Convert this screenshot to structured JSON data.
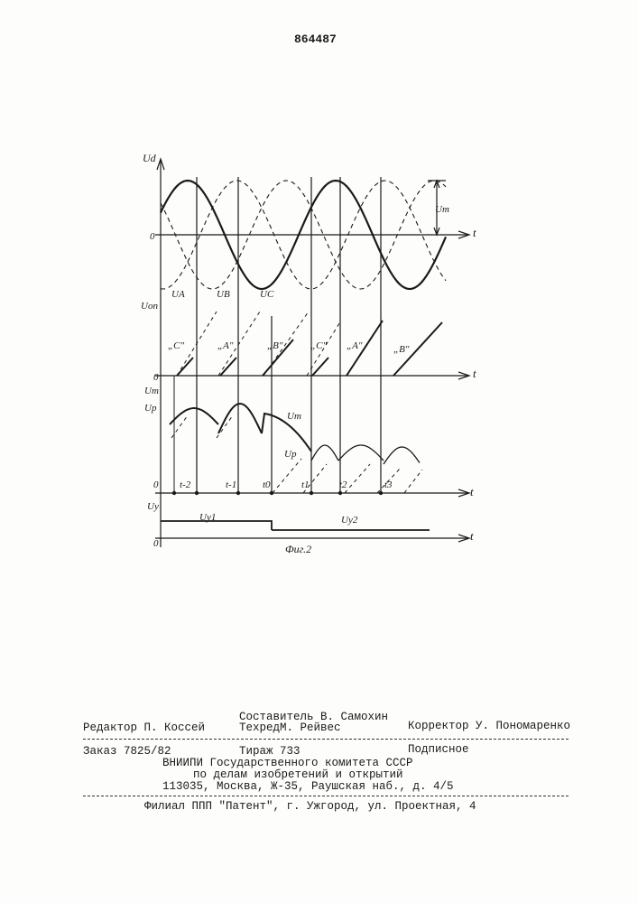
{
  "patent_number": "864487",
  "figure": {
    "caption": "Фиг.2",
    "axis_labels": {
      "ud": "Ud",
      "uop": "Uоп",
      "ut": "Uт",
      "up": "Uр",
      "uy": "Uу",
      "t": "t",
      "zero": "0",
      "um": "Um"
    },
    "phase_labels": [
      "UA",
      "UB",
      "UC"
    ],
    "ramp_labels": [
      "„C\"",
      "„A\"",
      "„B\"",
      "„C\"",
      "„A\"",
      "„B\""
    ],
    "curve_labels": {
      "ut": "Uт",
      "up": "Uр"
    },
    "time_labels": [
      "t-2",
      "t-1",
      "t0",
      "t1",
      "t2",
      "t3"
    ],
    "control_labels": [
      "Uу1",
      "Uу2"
    ]
  },
  "footer": {
    "compiler": "Составитель В. Самохин",
    "editor": "Редактор П. Коссей",
    "techred": "ТехредМ. Рейвес",
    "corrector": "Корректор У. Пономаренко",
    "order": "Заказ 7825/82",
    "circulation": "Тираж 733",
    "subscription": "Подписное",
    "org1": "ВНИИПИ Государственного комитета СССР",
    "org2": "по делам изобретений и открытий",
    "address": "113035, Москва, Ж-35, Раушская наб., д. 4/5",
    "branch": "Филиал ППП \"Патент\", г. Ужгород, ул. Проектная, 4"
  }
}
